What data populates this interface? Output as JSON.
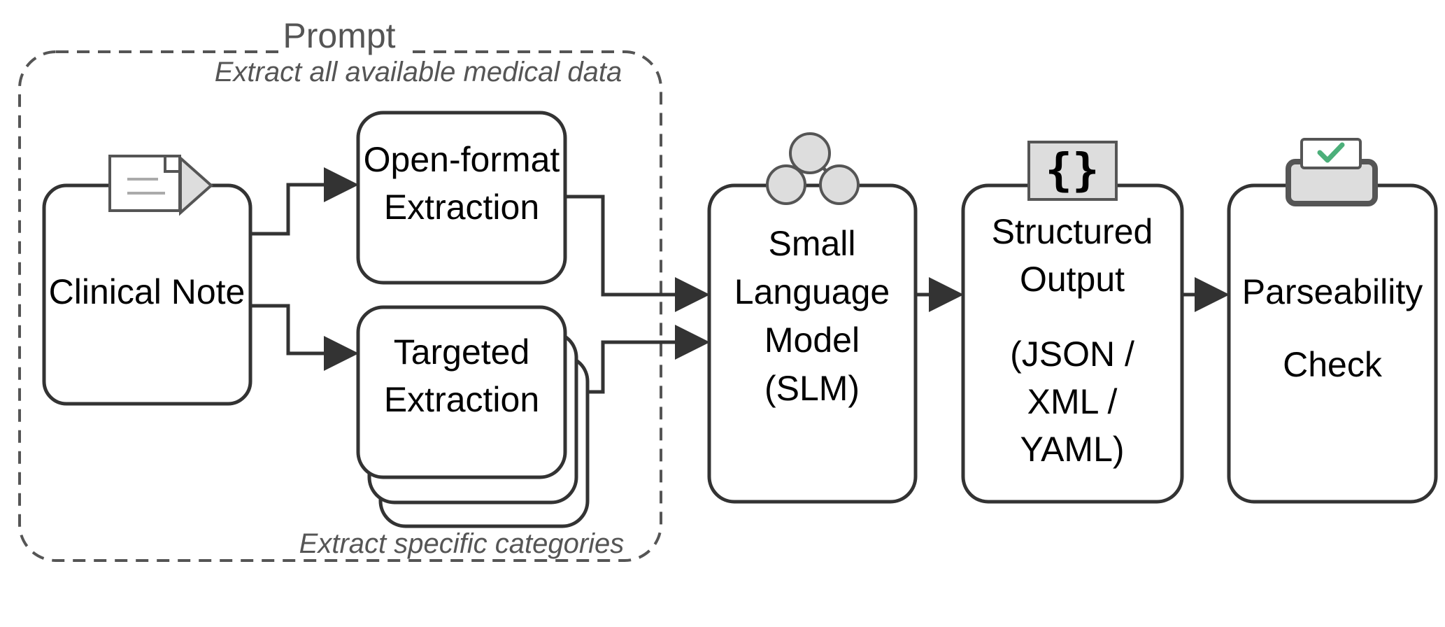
{
  "prompt": {
    "title": "Prompt",
    "top_note": "Extract all available medical data",
    "bottom_note": "Extract specific categories"
  },
  "nodes": {
    "clinical_note": {
      "label": "Clinical Note"
    },
    "open_format": {
      "line1": "Open-format",
      "line2": "Extraction"
    },
    "targeted": {
      "line1": "Targeted",
      "line2": "Extraction"
    },
    "slm": {
      "line1": "Small",
      "line2": "Language",
      "line3": "Model",
      "line4": "(SLM)"
    },
    "structured": {
      "line1": "Structured",
      "line2": "Output",
      "line3": "(JSON /",
      "line4": "XML /",
      "line5": "YAML)",
      "icon_glyph": "{}"
    },
    "parseability": {
      "line1": "Parseability",
      "line2": "Check"
    }
  },
  "icons": {
    "clinical_note": "document-send-icon",
    "slm": "network-nodes-icon",
    "structured": "curly-braces-icon",
    "parseability": "clipboard-check-icon"
  },
  "colors": {
    "stroke": "#333333",
    "icon_fill": "#dddddd",
    "check": "#4caf7a",
    "prompt_text": "#555555"
  }
}
